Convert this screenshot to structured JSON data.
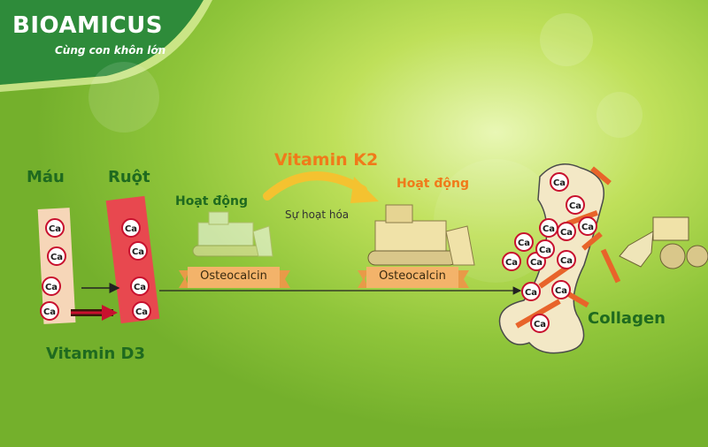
{
  "brand": {
    "name": "BIOAMICUS",
    "tagline": "Cùng con khôn lớn"
  },
  "labels": {
    "mau": "Máu",
    "ruot": "Ruột",
    "vitamin_d3": "Vitamin D3",
    "vitamin_k2": "Vitamin K2",
    "hoat_dong_1": "Hoạt động",
    "hoat_dong_2": "Hoạt động",
    "su_hoat_hoa": "Sự hoạt hóa",
    "osteocalcin_1": "Osteocalcin",
    "osteocalcin_2": "Osteocalcin",
    "collagen": "Collagen",
    "ca": "Ca"
  },
  "colors": {
    "orange": "#f07a1a",
    "dark_green": "#1f6a1f",
    "red_bar": "#e8484f",
    "pale_bar": "#f6d6b8",
    "ribbon": "#f3b36a",
    "bone": "#f3e8c6"
  }
}
